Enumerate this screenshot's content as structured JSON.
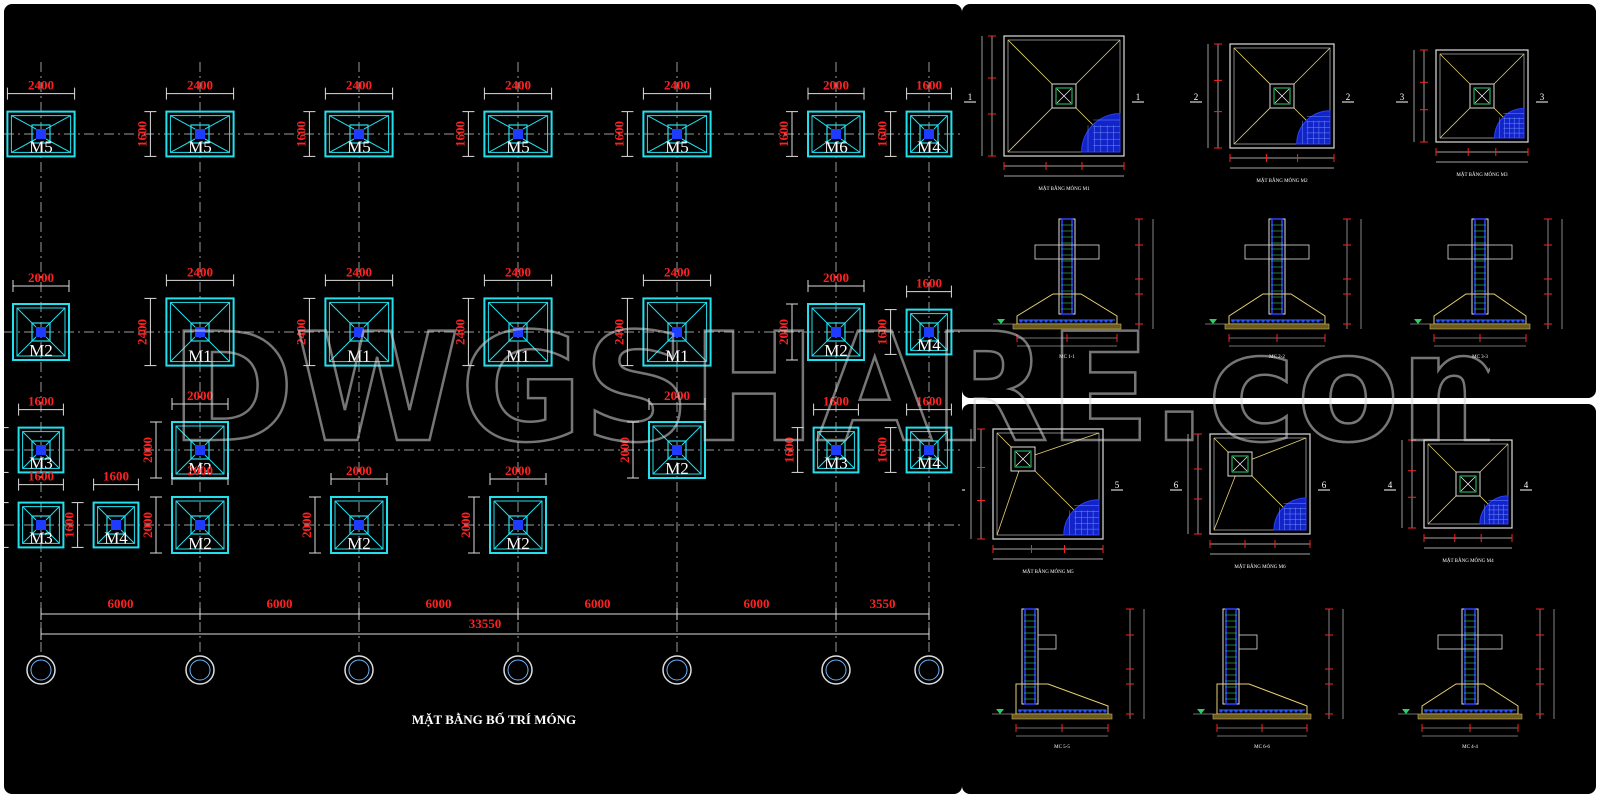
{
  "plan": {
    "title": "MẶT BẰNG BỐ TRÍ MÓNG",
    "bay_dims": [
      "6000",
      "6000",
      "6000",
      "6000",
      "6000",
      "3550"
    ],
    "total_dim": "33550",
    "rows": [
      {
        "footings": [
          {
            "label": "M5",
            "w": "2400",
            "h": "1600"
          },
          {
            "label": "M5",
            "w": "2400",
            "h": "1600"
          },
          {
            "label": "M5",
            "w": "2400",
            "h": "1600"
          },
          {
            "label": "M5",
            "w": "2400",
            "h": "1600"
          },
          {
            "label": "M5",
            "w": "2400",
            "h": "1600"
          },
          {
            "label": "M6",
            "w": "2000",
            "h": "1600"
          },
          {
            "label": "M4",
            "w": "1600",
            "h": "1600"
          }
        ]
      },
      {
        "footings": [
          {
            "label": "M2",
            "w": "2000",
            "h": "2000"
          },
          {
            "label": "M1",
            "w": "2400",
            "h": "2400"
          },
          {
            "label": "M1",
            "w": "2400",
            "h": "2400"
          },
          {
            "label": "M1",
            "w": "2400",
            "h": "2400"
          },
          {
            "label": "M1",
            "w": "2400",
            "h": "2400"
          },
          {
            "label": "M2",
            "w": "2000",
            "h": "2000"
          },
          {
            "label": "M4",
            "w": "1600",
            "h": "1600"
          }
        ]
      },
      {
        "footings": [
          {
            "label": "M3",
            "w": "1600",
            "h": "1600"
          },
          {
            "label": "M2",
            "w": "2000",
            "h": "2000"
          },
          {
            "label": "M2",
            "w": "2000",
            "h": "2000"
          },
          {
            "label": "M3",
            "w": "1600",
            "h": "1600"
          },
          {
            "label": "M4",
            "w": "1600",
            "h": "1600"
          }
        ]
      },
      {
        "footings": [
          {
            "label": "M3",
            "w": "1600",
            "h": "1600"
          },
          {
            "label": "M4",
            "w": "1600",
            "h": "1600"
          },
          {
            "label": "M2",
            "w": "2000",
            "h": "2000"
          },
          {
            "label": "M2",
            "w": "2000",
            "h": "2000"
          },
          {
            "label": "M2",
            "w": "2000",
            "h": "2000"
          }
        ]
      }
    ]
  },
  "details": {
    "plan_views_top": [
      {
        "mark": "1",
        "title": "MẶT BẰNG MÓNG M1"
      },
      {
        "mark": "2",
        "title": "MẶT BẰNG MÓNG M2"
      },
      {
        "mark": "3",
        "title": "MẶT BẰNG MÓNG M3"
      }
    ],
    "sections_top": [
      {
        "title": "MC 1-1"
      },
      {
        "title": "MC 2-2"
      },
      {
        "title": "MC 3-3"
      }
    ],
    "plan_views_bottom": [
      {
        "mark": "5",
        "title": "MẶT BẰNG MÓNG M5"
      },
      {
        "mark": "6",
        "title": "MẶT BẰNG MÓNG M6"
      },
      {
        "mark": "4",
        "title": "MẶT BẰNG MÓNG M4"
      }
    ],
    "sections_bottom": [
      {
        "title": "MC 5-5"
      },
      {
        "title": "MC 6-6"
      },
      {
        "title": "MC 4-4"
      }
    ]
  },
  "watermark": "DWGSHARE.com",
  "colors": {
    "background": "#000000",
    "footing": "#22e0ee",
    "column": "#1e3cff",
    "dimension_text": "#ff2020",
    "grid": "#9a9a9a",
    "label": "#ffffff",
    "section_line": "#e8d070",
    "rebar": "#2a40ff"
  }
}
